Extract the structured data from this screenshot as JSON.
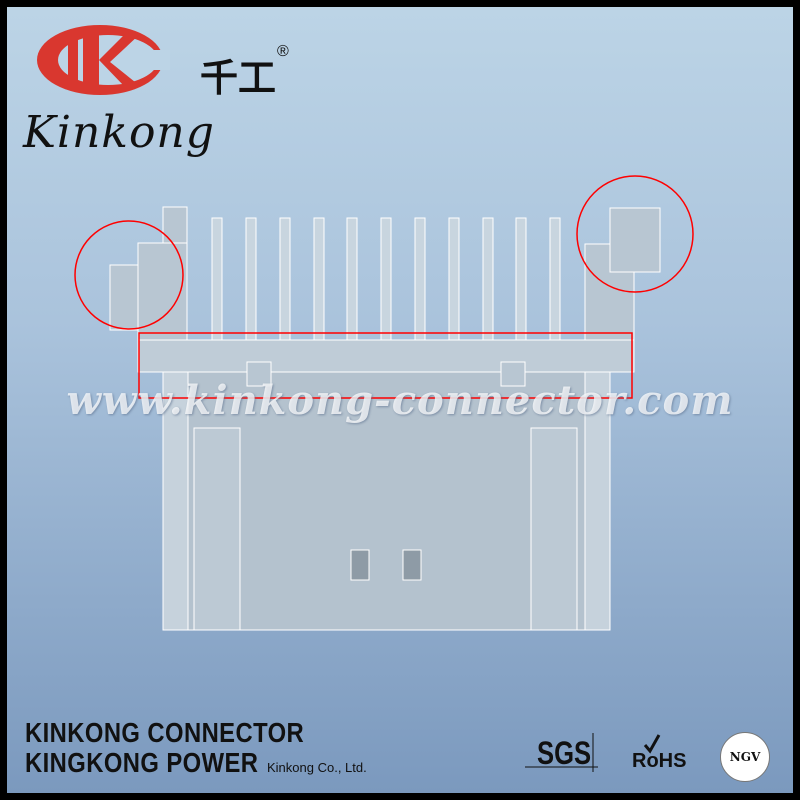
{
  "logo": {
    "mark": "KC",
    "chinese": "千工",
    "registered": "®",
    "script": "Kinkong"
  },
  "watermark": "www.kinkong-connector.com",
  "footer": {
    "line1": "KINKONG CONNECTOR",
    "line2": "KINGKONG POWER",
    "company": "Kinkong  Co., Ltd.",
    "certs": {
      "sgs": "SGS",
      "rohs": "RoHS",
      "ngv": "NGV"
    }
  },
  "colors": {
    "logo_red": "#d9372f",
    "highlight": "#ff0000",
    "part": "#b8c6d2"
  }
}
